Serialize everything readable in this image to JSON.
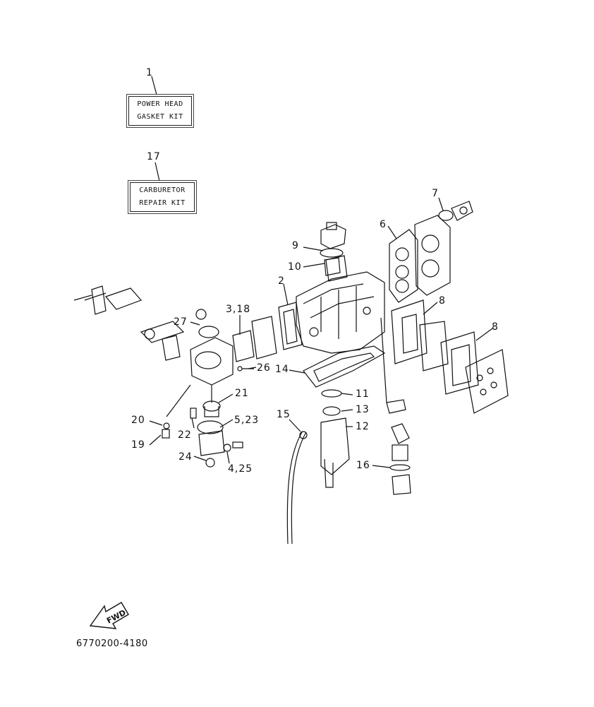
{
  "kits": [
    {
      "callout": "1",
      "line1": "POWER HEAD",
      "line2": "GASKET KIT"
    },
    {
      "callout": "17",
      "line1": "CARBURETOR",
      "line2": "REPAIR KIT"
    }
  ],
  "callouts": {
    "c2": "2",
    "c3_18": "3,18",
    "c4_25": "4,25",
    "c5_23": "5,23",
    "c6": "6",
    "c7": "7",
    "c8a": "8",
    "c8b": "8",
    "c9": "9",
    "c10": "10",
    "c11": "11",
    "c12": "12",
    "c13": "13",
    "c14": "14",
    "c15": "15",
    "c16": "16",
    "c19": "19",
    "c20": "20",
    "c21": "21",
    "c22": "22",
    "c24": "24",
    "c26": "26",
    "c27": "27"
  },
  "fwd_label": "FWD",
  "part_code": "6770200-4180"
}
